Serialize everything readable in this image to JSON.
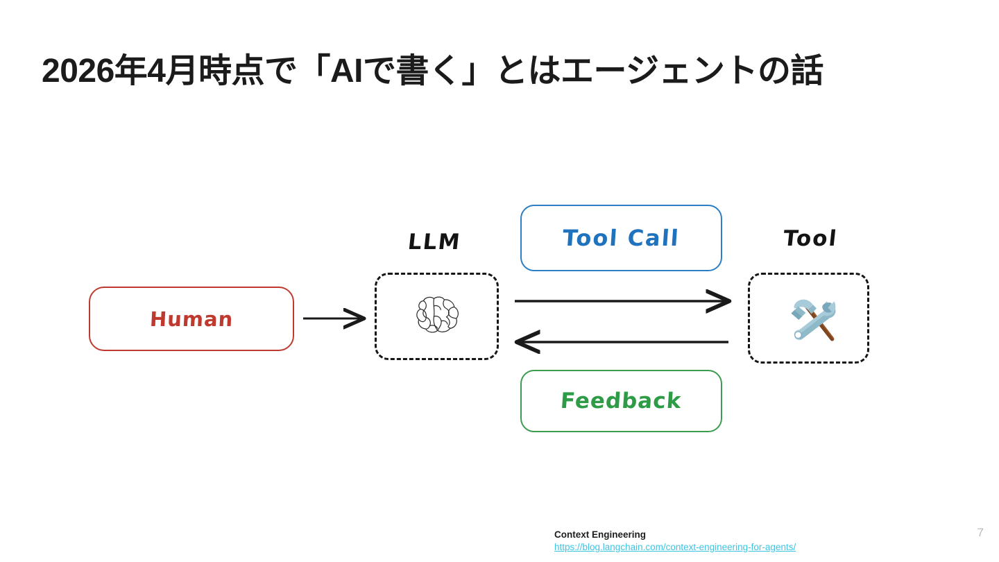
{
  "slide": {
    "title": "2026年4月時点で「AIで書く」とはエージェントの話",
    "page_number": "7"
  },
  "diagram": {
    "type": "agent-loop",
    "nodes": [
      {
        "id": "human",
        "label": "Human",
        "style": "solid-rounded",
        "color": "#c0392f"
      },
      {
        "id": "llm",
        "label": "LLM",
        "style": "dashed-rounded",
        "color": "#161616",
        "icon": "brain-icon"
      },
      {
        "id": "tool",
        "label": "Tool",
        "style": "dashed-rounded",
        "color": "#161616",
        "icon": "hammer-wrench-icon"
      },
      {
        "id": "tool_call",
        "label": "Tool Call",
        "style": "solid-rounded",
        "color": "#2b7fc4"
      },
      {
        "id": "feedback",
        "label": "Feedback",
        "style": "solid-rounded",
        "color": "#3d9b50"
      }
    ],
    "edges": [
      {
        "from": "human",
        "to": "tool",
        "direction": "right",
        "label": ""
      },
      {
        "from": "llm",
        "to": "tool",
        "direction": "right",
        "label": "Tool Call"
      },
      {
        "from": "tool",
        "to": "llm",
        "direction": "left",
        "label": "Feedback"
      }
    ]
  },
  "footer": {
    "source_title": "Context Engineering",
    "source_url": "https://blog.langchain.com/context-engineering-for-agents/"
  },
  "colors": {
    "human": "#c0392f",
    "tool_call": "#2b7fc4",
    "feedback": "#3d9b50",
    "dashed": "#161616",
    "link": "#3ec3e3",
    "page_number": "#b9b9b9",
    "title": "#1b1b1b"
  }
}
